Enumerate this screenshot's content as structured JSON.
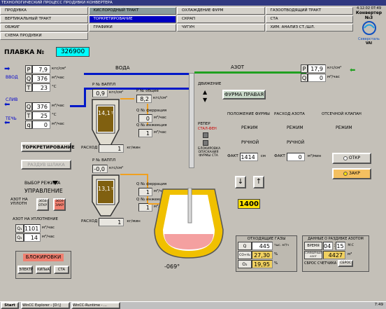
{
  "window": {
    "title": "ТЕХНОЛОГИЧЕСКИЙ ПРОЦЕСС ПРОДУВКИ КОНВЕРТЕРА"
  },
  "nav": {
    "col1": [
      "ПРОДУВКА",
      "ВЕРТИКАЛЬНЫЙ ТРАКТ",
      "ОБЖИГ",
      "СХЕМА ПРОДУВКИ"
    ],
    "col2": [
      "КИСЛОРОДНЫЙ ТРАКТ",
      "ТОРКРЕТИРОВАНИЕ",
      "ГРАФИКИ"
    ],
    "col3": [
      "ОХЛАЖДЕНИЕ ФУРМ",
      "СКРАП",
      "ЧУГУН"
    ],
    "col4": [
      "ГАЗООТВОДЯЩИЙ ТРАКТ",
      "СТА",
      "ХИМ. АНАЛИЗ СТ./ШЛ."
    ]
  },
  "brand": {
    "time": "4.12.02  07:49",
    "title": "Конвертер №3",
    "company": "Северсталь",
    "sub": "VAI"
  },
  "plavka": {
    "label": "ПЛАВКА №",
    "number": "326900"
  },
  "pipes": {
    "voda": "ВОДА",
    "azot": "АЗОТ",
    "vvod": "ВВОД",
    "sliv": "СЛИВ",
    "tech": "ТЕЧЬ"
  },
  "inlet": {
    "P": {
      "label": "P",
      "value": "7,9",
      "unit": "кгс/см²"
    },
    "Q": {
      "label": "Q",
      "value": "376",
      "unit": "м³/час"
    },
    "T": {
      "label": "T",
      "value": "23",
      "unit": "°С"
    }
  },
  "outlet": {
    "Q": {
      "label": "Q",
      "value": "376",
      "unit": "м³/час"
    },
    "T": {
      "label": "T",
      "value": "25",
      "unit": "°С"
    },
    "q": {
      "label": "q",
      "value": "0",
      "unit": "м³/час"
    }
  },
  "azot_in": {
    "P": {
      "label": "P",
      "value": "17,9",
      "unit": "кгс/см²"
    },
    "Q": {
      "label": "Q",
      "value": "0",
      "unit": "м³/час"
    }
  },
  "vessel1": {
    "vappl_label": "P N₂ ВАППЛ",
    "vappl": "0,9",
    "vappl_unit": "кгс/см²",
    "obsh_label": "P N₂ общее",
    "obsh": "8,2",
    "obsh_unit": "кгс/см²",
    "ferr_label": "Q N₂ феррация",
    "ferr": "0",
    "inj_label": "Q N₂ инжекция",
    "inj": "1",
    "level": "14,1",
    "level_unit": "т",
    "flow_label": "РАСХОД",
    "flow": "1",
    "flow_unit": "кг/мин"
  },
  "vessel2": {
    "vappl_label": "P N₂ ВАППЛ",
    "vappl": "-0,0",
    "vappl_unit": "кгс/см²",
    "ferr_label": "Q N₂ феррация",
    "ferr": "1",
    "inj_label": "Q N₂ инжекция",
    "inj": "1",
    "level": "13,1",
    "level_unit": "т",
    "flow_label": "РАСХОД",
    "flow": "1",
    "flow_unit": "кг/мин"
  },
  "qunit": "м³/час",
  "buttons": {
    "torkret": "ТОРКРЕТИРОВАНИЕ",
    "razdui": "РАЗДУВ ШЛАКА",
    "vybor": "ВЫБОР РЕЖИМА",
    "upravlenie": "УПРАВЛЕНИЕ",
    "blokirovki": "БЛОКИРОВКИ",
    "elektr": "ЭЛЕКТР",
    "kipia": "КИПиА",
    "sta": "СТА"
  },
  "azot_upl": {
    "label": "АЗОТ НА УПЛОТН",
    "open": "3658 ОТКР",
    "closed": "3659 ЗАКР"
  },
  "azot_upl_q": {
    "label": "АЗОТ НА УПЛОТНЕНИЕ",
    "Q1": "1101",
    "Q2": "14",
    "unit": "м³/час",
    "q1_label": "Q₁",
    "q2_label": "Q₂"
  },
  "furma": {
    "dvizh": "ДВИЖЕНИЕ",
    "title": "ФУРМА ПРАВАЯ",
    "reper": "РЕПЕР",
    "stop": "СТАЛ-ФЕН",
    "blok": "БЛОКИРОВКА ОПУСКАНИЯ ФУРМЫ СТА",
    "position": "1400",
    "angle": "-069°"
  },
  "modes": {
    "pos_label": "ПОЛОЖЕНИЕ ФУРМЫ",
    "rash_label": "РАСХОД АЗОТА",
    "valve_label": "ОТСЕЧНОЙ КЛАПАН",
    "rezhim": "РЕЖИМ",
    "ruchnoi": "РУЧНОЙ",
    "fakt": "ФАКТ",
    "pos_val": "1414",
    "pos_unit": "см",
    "rash_val": "0",
    "rash_unit": "м³/мин",
    "open": "ОТКР",
    "closed": "ЗАКР"
  },
  "gases": {
    "title": "ОТХОДЯЩИЕ ГАЗЫ",
    "Q": {
      "label": "Q",
      "value": "445",
      "unit": "тыс. м³/ч"
    },
    "CO": {
      "label": "CO+H₂",
      "value": "27,30",
      "unit": "%"
    },
    "O2": {
      "label": "O₂",
      "value": "19,95",
      "unit": "%"
    }
  },
  "razduv": {
    "title": "ДАННЫЕ О РАЗДУВКЕ АЗОТОМ",
    "time_label": "ВРЕМЯ",
    "min": "04",
    "sec": "15",
    "time_unit": "М:С",
    "sum_label": "СУММАРНЫЙ АЗОТ",
    "sum": "4427",
    "sum_unit": "м³",
    "reset": "СБРОС СЧЕТЧИКА",
    "reset_btn": "СБРОС"
  },
  "taskbar": {
    "start": "Start",
    "items": [
      "WinCC Explorer - [D:\\]",
      "WinCC-Runtime - ..."
    ],
    "clock": "7:49"
  }
}
